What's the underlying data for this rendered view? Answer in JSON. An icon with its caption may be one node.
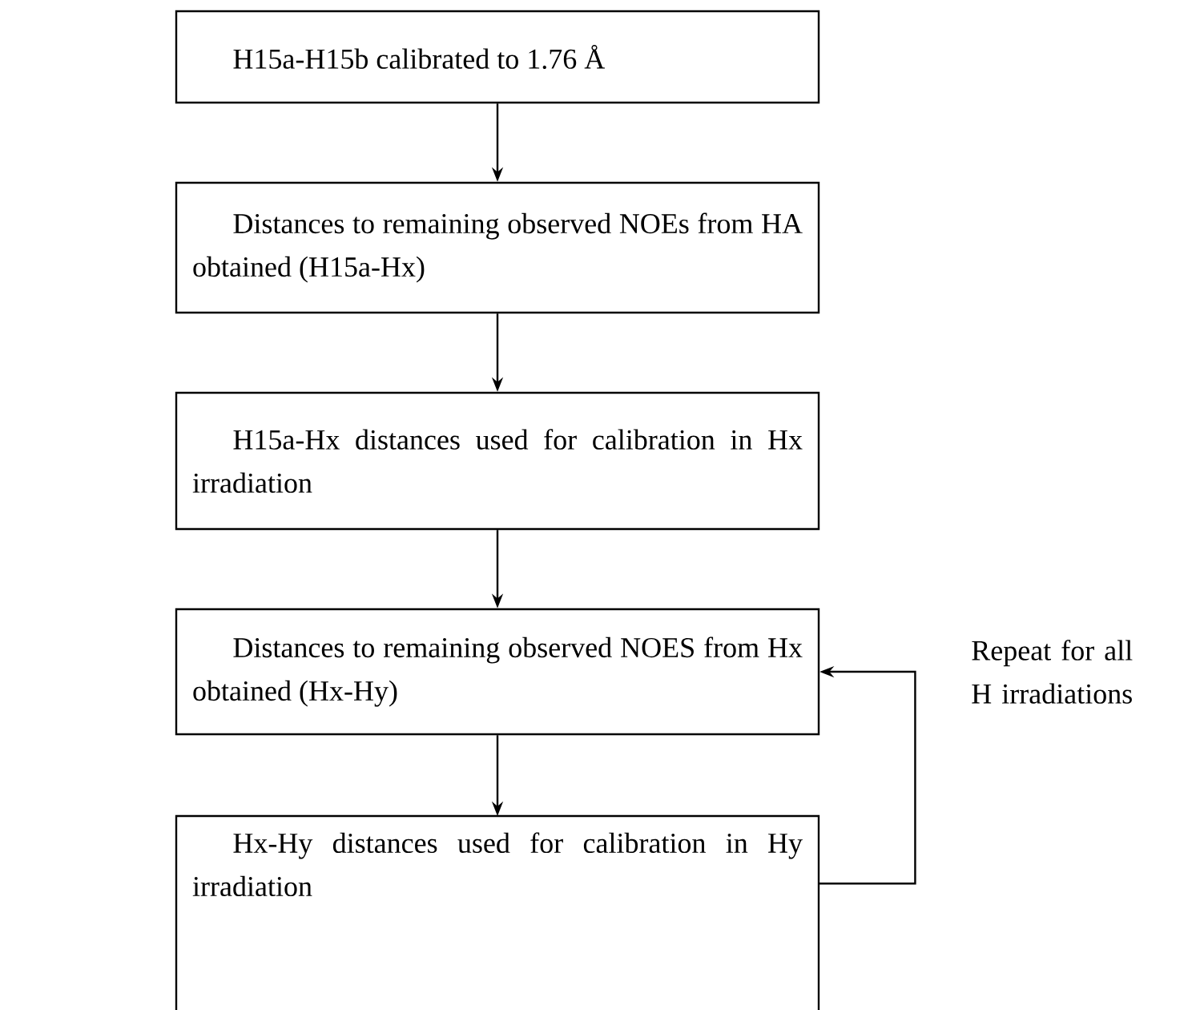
{
  "diagram": {
    "nodes": [
      {
        "text": [
          "H15a-H15b calibrated to 1.76 Å"
        ]
      },
      {
        "text": [
          "Distances to remaining observed NOEs from HA obtained (H15a-Hx)"
        ]
      },
      {
        "text": [
          "H15a-Hx distances used for calibration in Hx irradiation"
        ]
      },
      {
        "text": [
          "Distances to remaining observed NOES from Hx obtained (Hx-Hy)"
        ]
      },
      {
        "text": [
          "Hx-Hy distances used for calibration in Hy irradiation"
        ]
      }
    ],
    "edges": [
      {
        "from": 0,
        "to": 1,
        "arrow": "to"
      },
      {
        "from": 1,
        "to": 2,
        "arrow": "to"
      },
      {
        "from": 2,
        "to": 3,
        "arrow": "to"
      },
      {
        "from": 3,
        "to": 4,
        "arrow": "to"
      },
      {
        "from": 4,
        "to": 3,
        "arrow": "to",
        "label": "Repeat for all H irradiations"
      }
    ]
  }
}
